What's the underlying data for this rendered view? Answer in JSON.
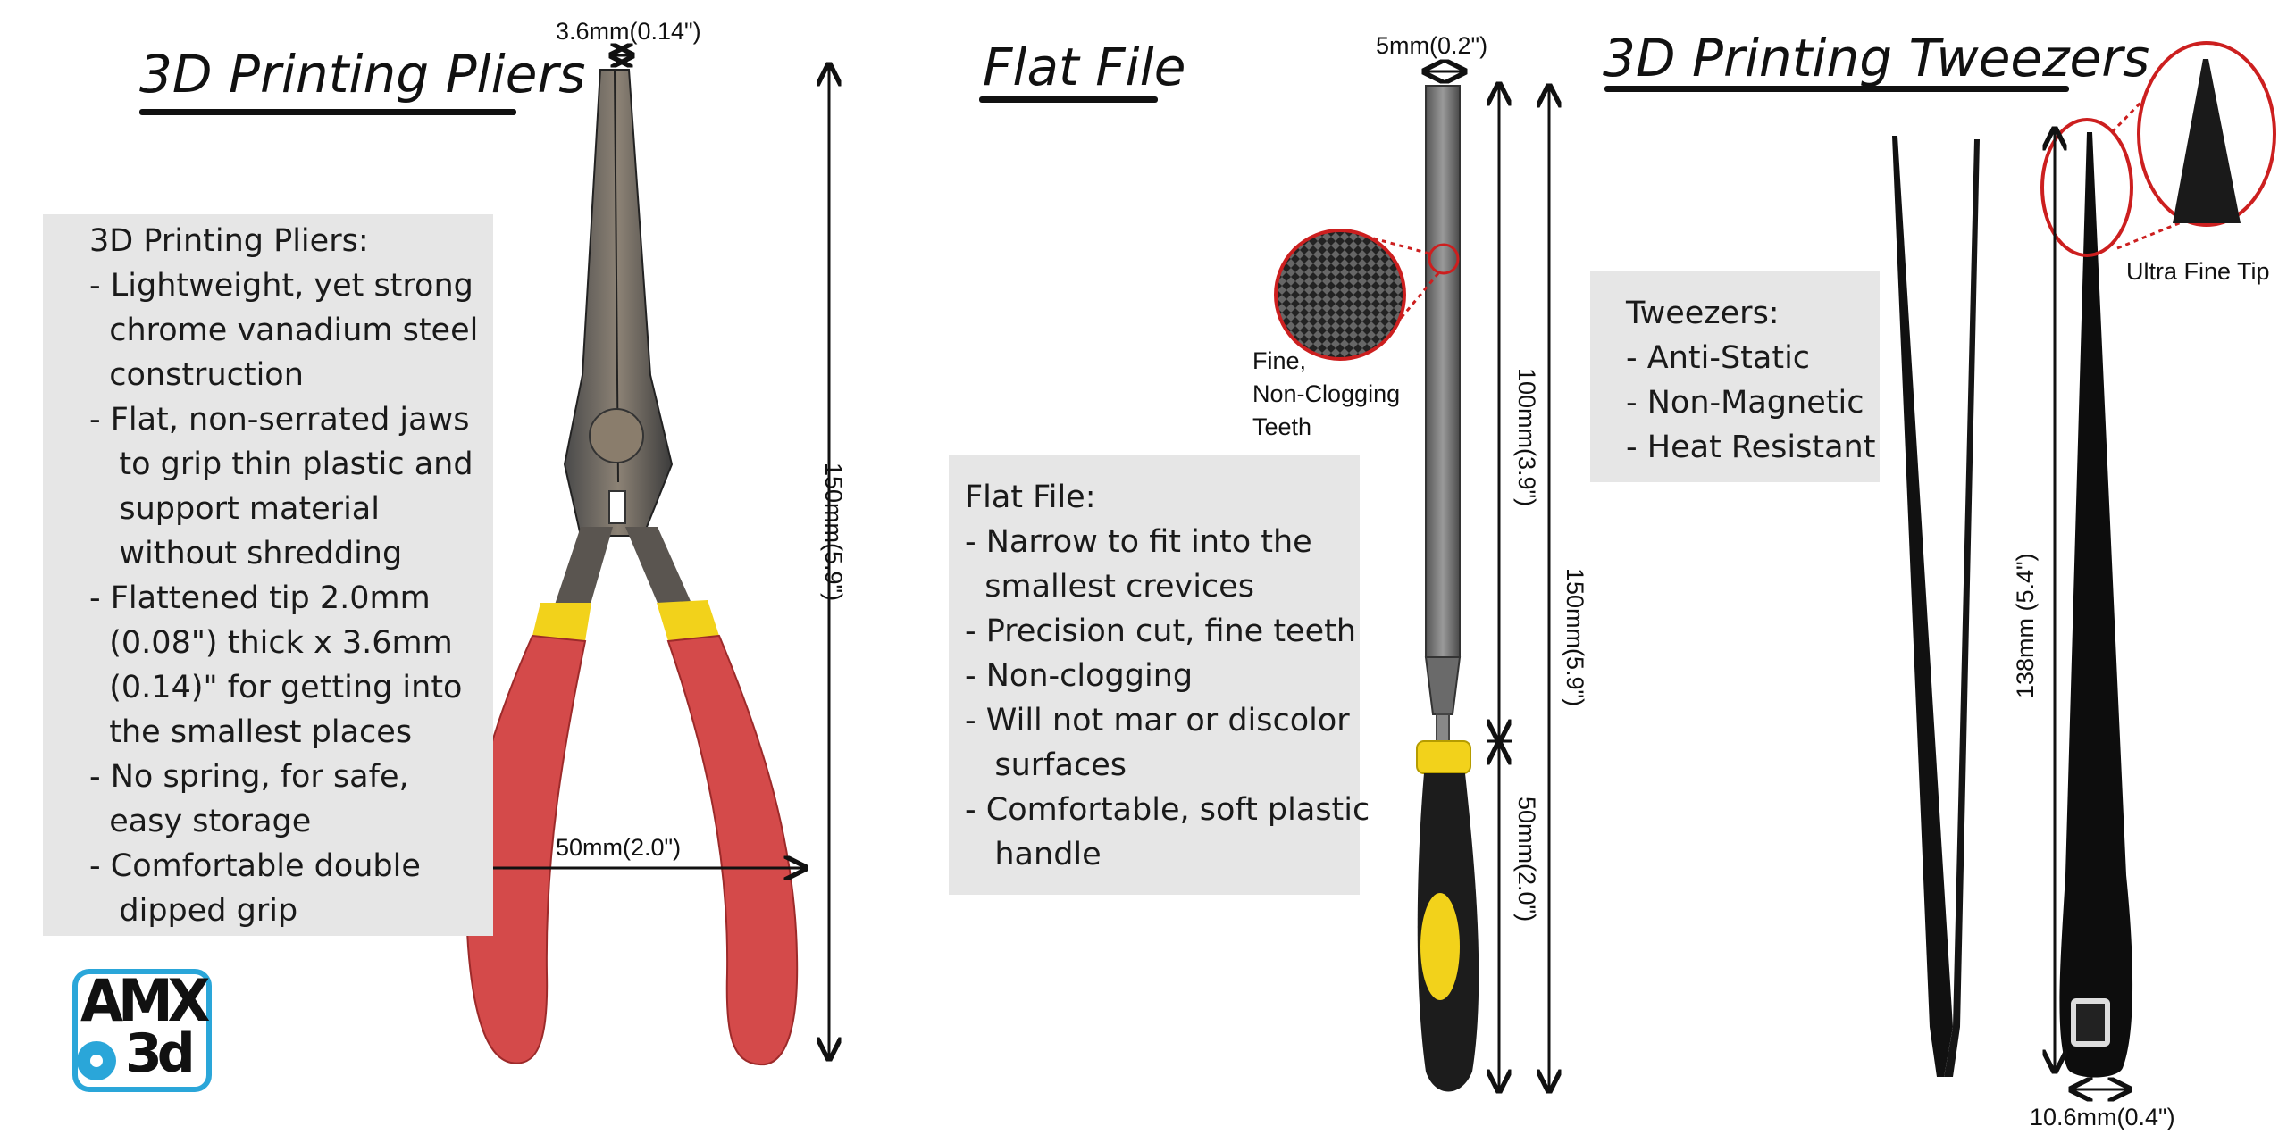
{
  "pliers": {
    "title": "3D Printing Pliers",
    "lines": [
      "3D Printing Pliers:",
      "- Lightweight, yet strong",
      "  chrome vanadium steel",
      "  construction",
      "- Flat, non-serrated jaws",
      "   to grip thin plastic and",
      "   support material",
      "   without shredding",
      "- Flattened tip 2.0mm",
      "  (0.08\") thick x 3.6mm",
      "  (0.14)\" for getting into",
      "  the smallest places",
      "- No spring, for safe,",
      "  easy storage",
      "- Comfortable double",
      "   dipped grip"
    ],
    "dim_tip": "3.6mm(0.14\")",
    "dim_height": "150mm(5.9\")",
    "dim_width": "50mm(2.0\")"
  },
  "file": {
    "title": "Flat File",
    "lines": [
      "Flat File:",
      "- Narrow to fit into the",
      "  smallest crevices",
      "- Precision cut, fine teeth",
      "- Non-clogging",
      "- Will not mar or discolor",
      "   surfaces",
      "- Comfortable, soft plastic",
      "   handle"
    ],
    "dim_width": "5mm(0.2\")",
    "dim_blade": "100mm(3.9\")",
    "dim_total": "150mm(5.9\")",
    "dim_handle": "50mm(2.0\")",
    "callout": [
      "Fine,",
      "Non-Clogging",
      "Teeth"
    ]
  },
  "tweezers": {
    "title": "3D Printing Tweezers",
    "lines": [
      "Tweezers:",
      "- Anti-Static",
      "- Non-Magnetic",
      "- Heat Resistant"
    ],
    "dim_height": "138mm (5.4\")",
    "dim_width": "10.6mm(0.4\")",
    "callout": "Ultra Fine Tip"
  },
  "logo": {
    "line1": "AMX",
    "line2": "3d"
  },
  "colors": {
    "handle_red": "#d44a4a",
    "grip_yellow": "#f2d21b",
    "callout_red": "#cc1f1f",
    "logo_blue": "#2aa6d9",
    "box_gray": "#e6e6e6"
  }
}
